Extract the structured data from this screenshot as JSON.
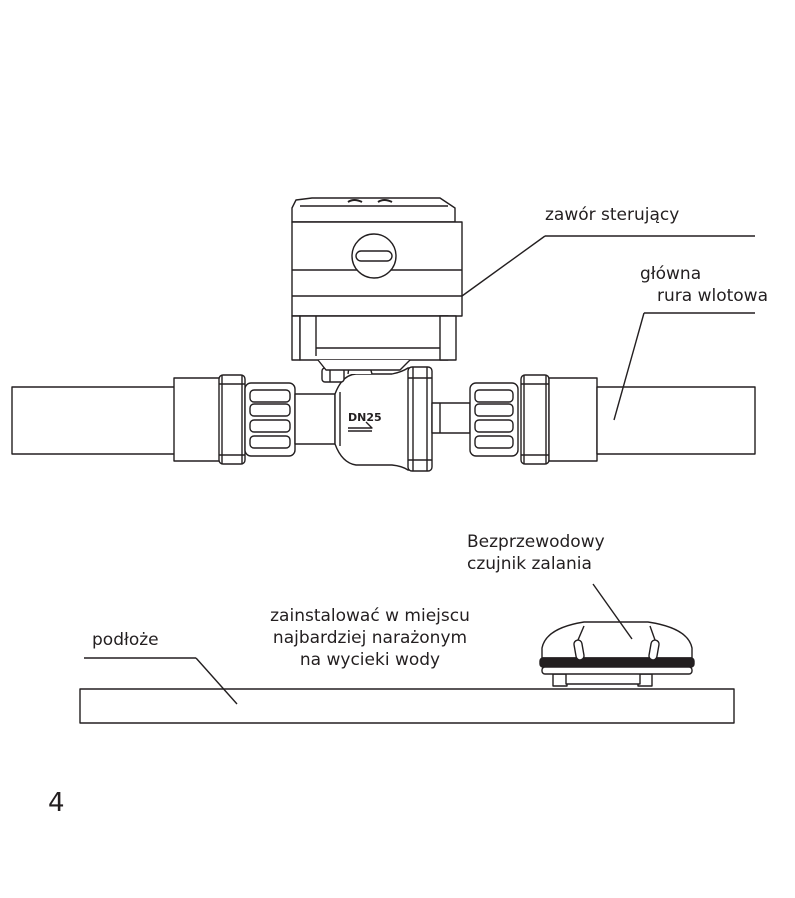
{
  "labels": {
    "valve": "zawór sterujący",
    "main_pipe_line1": "główna",
    "main_pipe_line2": "rura wlotowa",
    "sensor_line1": "Bezprzewodowy",
    "sensor_line2": "czujnik zalania",
    "install_line1": "zainstalować w miejscu",
    "install_line2": "najbardziej narażonym",
    "install_line3": "na wycieki wody",
    "floor": "podłoże",
    "dn_marking": "DN25"
  },
  "page_number": "4",
  "colors": {
    "line": "#231f20",
    "fill": "#ffffff",
    "dark": "#231f20"
  }
}
